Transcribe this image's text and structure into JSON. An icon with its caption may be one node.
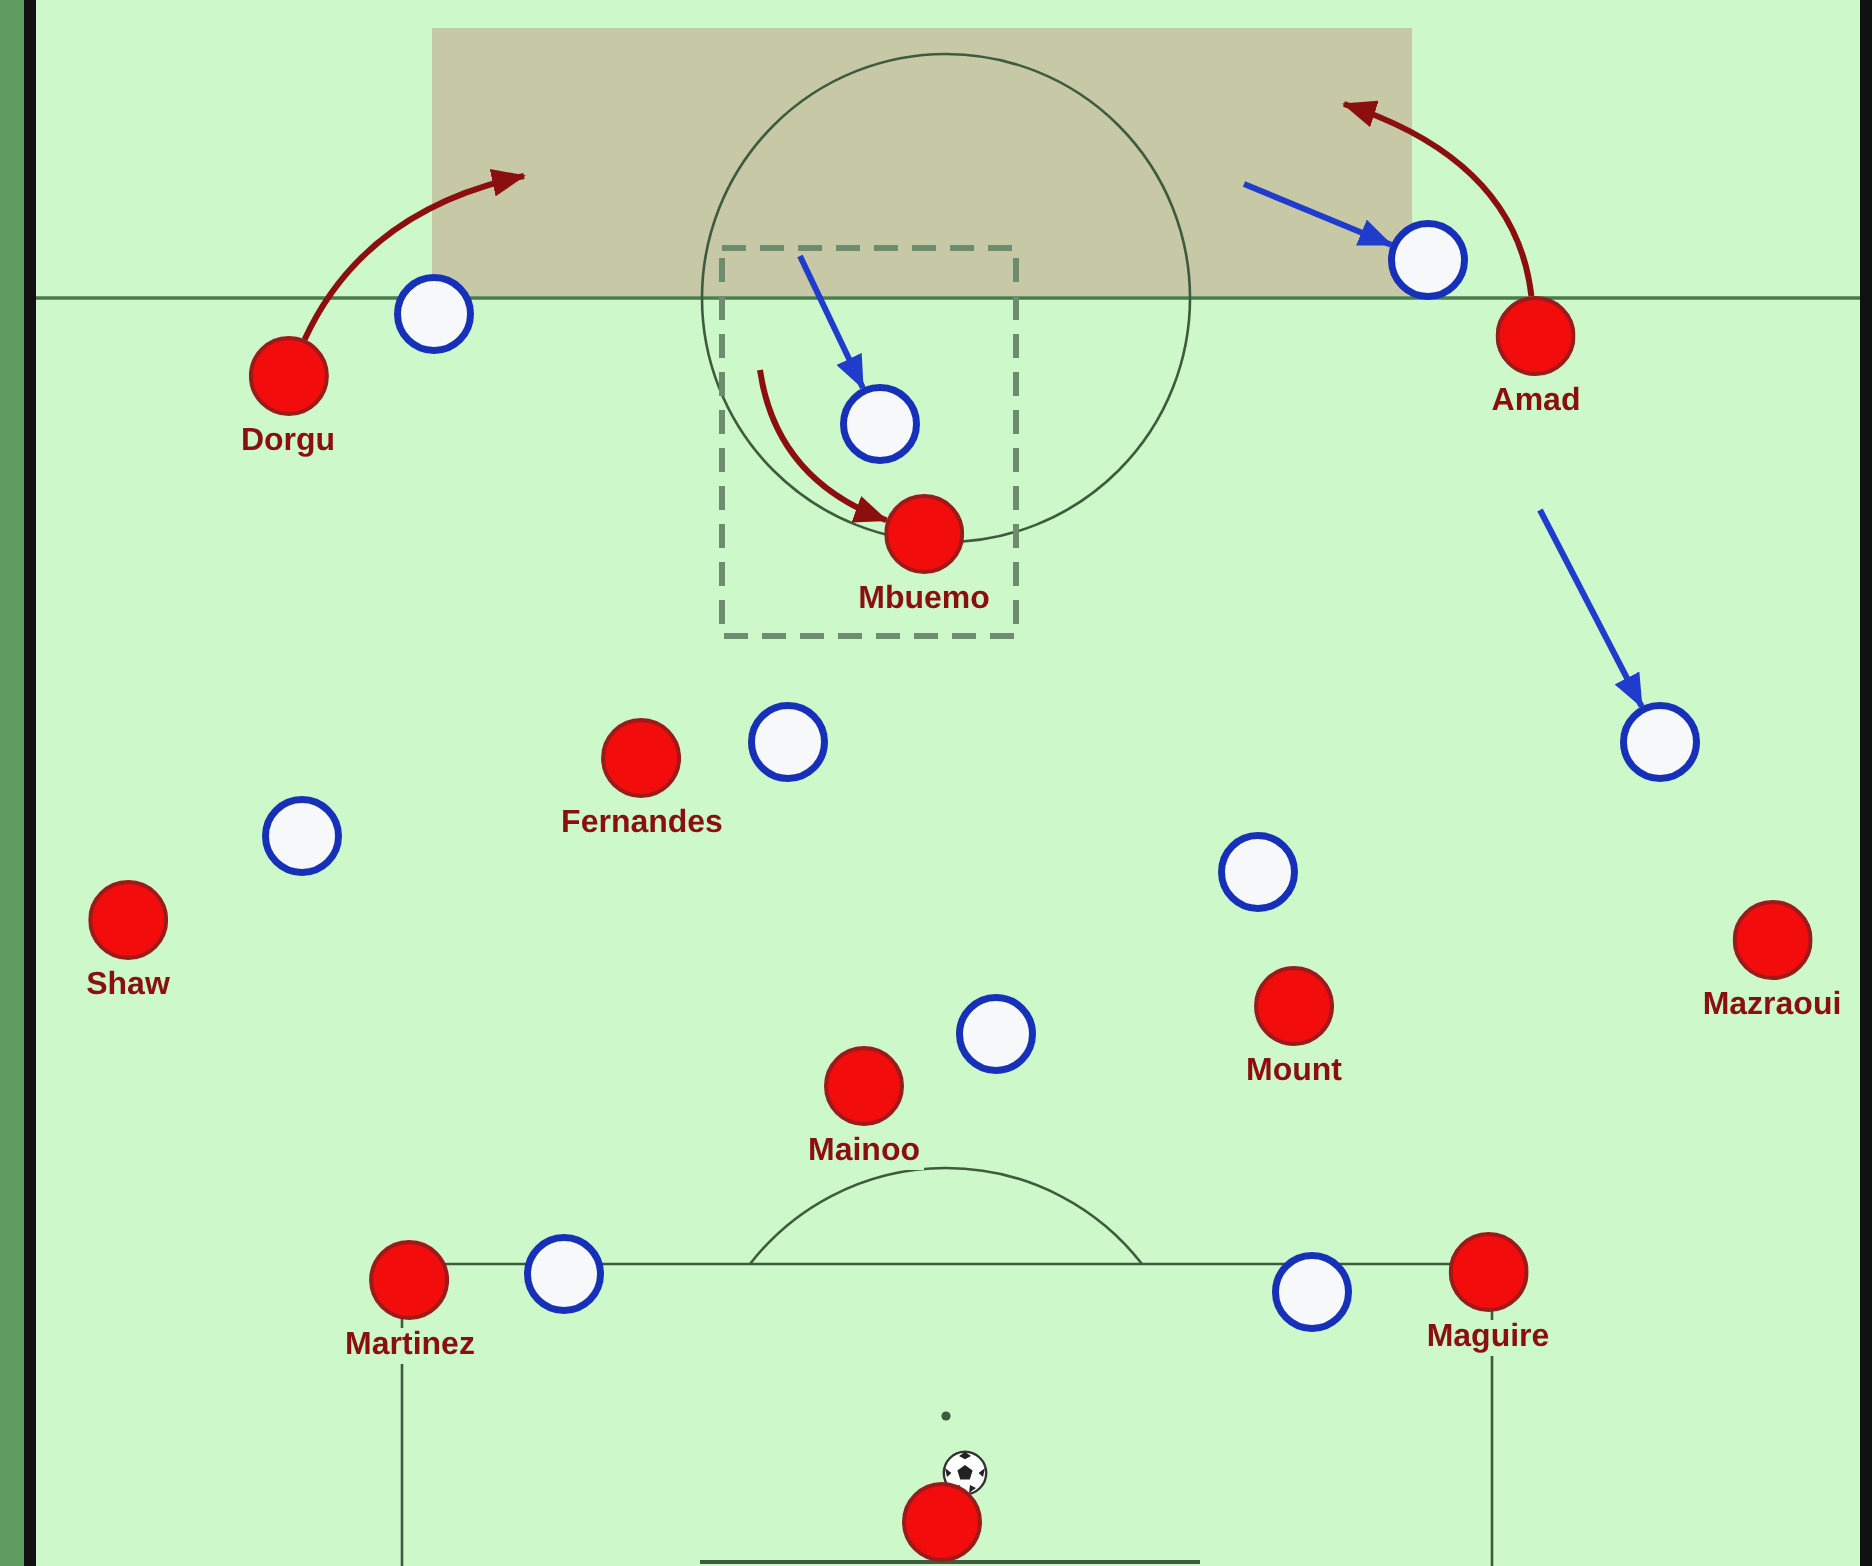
{
  "diagram": {
    "nodes": [
      {
        "text": [],
        "shape": "circle"
      },
      {
        "text": [],
        "shape": "circle"
      },
      {
        "text": [
          "Amad"
        ]
      },
      {
        "text": [
          "Dorgu"
        ]
      },
      {
        "text": [],
        "shape": "circle"
      },
      {
        "text": [
          "Mbuemo"
        ]
      },
      {
        "text": [],
        "shape": "circle"
      },
      {
        "text": [],
        "shape": "circle"
      },
      {
        "text": [
          "Fernandes"
        ]
      },
      {
        "text": [],
        "shape": "circle"
      },
      {
        "text": [],
        "shape": "circle"
      },
      {
        "text": [
          "Shaw"
        ]
      },
      {
        "text": [
          "Mazraoui"
        ]
      },
      {
        "text": [
          "Mount"
        ]
      },
      {
        "text": [],
        "shape": "circle"
      },
      {
        "text": [
          "Mainoo"
        ]
      },
      {
        "text": [
          "Martinez"
        ]
      },
      {
        "text": [],
        "shape": "circle"
      },
      {
        "text": [],
        "shape": "circle"
      },
      {
        "text": [
          "Maguire"
        ]
      },
      {
        "text": [],
        "shape": "circle"
      }
    ],
    "edges": [
      {
        "from": 3,
        "to": null,
        "arrow": "to",
        "color": "#8b0f0f"
      },
      {
        "from": null,
        "to": 5,
        "arrow": "to",
        "color": "#8b0f0f"
      },
      {
        "from": null,
        "to": 4,
        "arrow": "to",
        "color": "#1f3ccc"
      },
      {
        "from": null,
        "to": 0,
        "arrow": "to",
        "color": "#1f3ccc"
      },
      {
        "from": 2,
        "to": null,
        "arrow": "to",
        "color": "#8b0f0f"
      },
      {
        "from": null,
        "to": 7,
        "arrow": "to",
        "color": "#1f3ccc"
      }
    ]
  }
}
